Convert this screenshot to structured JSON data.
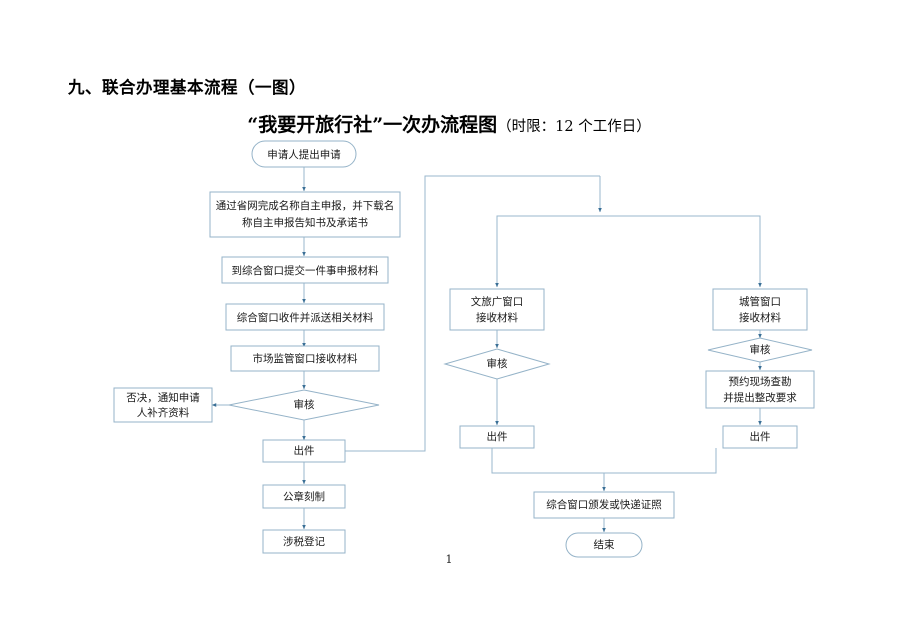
{
  "document": {
    "section_heading": "九、联合办理基本流程（一图）",
    "chart_title_main": "“我要开旅行社”一次办流程图",
    "chart_title_suffix": "（时限：12 个工作日）",
    "page_number": "1",
    "time_limit_days": "12",
    "colors": {
      "shape_border": "#95b3c8",
      "connector": "#9ab7cc",
      "shape_fill": "#ffffff",
      "text": "#1a1a1a"
    }
  },
  "chart_data": {
    "type": "diagram",
    "diagram_kind": "flowchart",
    "title": "“我要开旅行社”一次办流程图（时限：12 个工作日）",
    "orientation": "top-to-bottom, three parallel lanes",
    "lanes": [
      "市场监管（左）",
      "文旅广（中）",
      "城管（右）"
    ],
    "nodes": [
      {
        "id": "n1",
        "label": "申请人提出申请",
        "shape": "terminator",
        "lane": "left"
      },
      {
        "id": "n2",
        "label": "通过省网完成名称自主申报，并下载名称自主申报告知书及承诺书",
        "shape": "process",
        "lane": "left"
      },
      {
        "id": "n3",
        "label": "到综合窗口提交一件事申报材料",
        "shape": "process",
        "lane": "left"
      },
      {
        "id": "n4",
        "label": "综合窗口收件并派送相关材料",
        "shape": "process",
        "lane": "left"
      },
      {
        "id": "n5",
        "label": "市场监管窗口接收材料",
        "shape": "process",
        "lane": "left"
      },
      {
        "id": "n6",
        "label": "审核",
        "shape": "decision",
        "lane": "left"
      },
      {
        "id": "n7",
        "label": "否决，通知申请人补齐资料",
        "shape": "process",
        "lane": "far-left"
      },
      {
        "id": "n8",
        "label": "出件",
        "shape": "process",
        "lane": "left"
      },
      {
        "id": "n9",
        "label": "公章刻制",
        "shape": "process",
        "lane": "left"
      },
      {
        "id": "n10",
        "label": "涉税登记",
        "shape": "process",
        "lane": "left"
      },
      {
        "id": "m1",
        "label": "文旅广窗口接收材料",
        "shape": "process",
        "lane": "middle"
      },
      {
        "id": "m2",
        "label": "审核",
        "shape": "decision",
        "lane": "middle"
      },
      {
        "id": "m3",
        "label": "出件",
        "shape": "process",
        "lane": "middle"
      },
      {
        "id": "r1",
        "label": "城管窗口接收材料",
        "shape": "process",
        "lane": "right"
      },
      {
        "id": "r2",
        "label": "审核",
        "shape": "decision",
        "lane": "right"
      },
      {
        "id": "r3",
        "label": "预约现场查勘并提出整改要求",
        "shape": "process",
        "lane": "right"
      },
      {
        "id": "r4",
        "label": "出件",
        "shape": "process",
        "lane": "right"
      },
      {
        "id": "b1",
        "label": "综合窗口颁发或快递证照",
        "shape": "process",
        "lane": "bottom"
      },
      {
        "id": "b2",
        "label": "结束",
        "shape": "terminator",
        "lane": "bottom"
      }
    ],
    "edges": [
      {
        "from": "n1",
        "to": "n2"
      },
      {
        "from": "n2",
        "to": "n3"
      },
      {
        "from": "n3",
        "to": "n4"
      },
      {
        "from": "n4",
        "to": "n5"
      },
      {
        "from": "n5",
        "to": "n6"
      },
      {
        "from": "n6",
        "to": "n7",
        "label": ""
      },
      {
        "from": "n6",
        "to": "n8"
      },
      {
        "from": "n8",
        "to": "n9"
      },
      {
        "from": "n9",
        "to": "n10"
      },
      {
        "from": "n8",
        "to": "m1",
        "routing": "right then up then across then down"
      },
      {
        "from": "n8",
        "to": "r1",
        "routing": "right then up then across then down"
      },
      {
        "from": "m1",
        "to": "m2"
      },
      {
        "from": "m2",
        "to": "m3"
      },
      {
        "from": "r1",
        "to": "r2"
      },
      {
        "from": "r2",
        "to": "r3"
      },
      {
        "from": "r3",
        "to": "r4"
      },
      {
        "from": "m3",
        "to": "b1",
        "routing": "down then merge"
      },
      {
        "from": "r4",
        "to": "b1",
        "routing": "down then merge"
      },
      {
        "from": "b1",
        "to": "b2"
      }
    ]
  },
  "nodes": {
    "n1": {
      "text": "申请人提出申请"
    },
    "n2a": {
      "text": "通过省网完成名称自主申报，并下载名"
    },
    "n2b": {
      "text": "称自主申报告知书及承诺书"
    },
    "n3": {
      "text": "到综合窗口提交一件事申报材料"
    },
    "n4": {
      "text": "综合窗口收件并派送相关材料"
    },
    "n5": {
      "text": "市场监管窗口接收材料"
    },
    "n6": {
      "text": "审核"
    },
    "n7a": {
      "text": "否决，通知申请"
    },
    "n7b": {
      "text": "人补齐资料"
    },
    "n8": {
      "text": "出件"
    },
    "n9": {
      "text": "公章刻制"
    },
    "n10": {
      "text": "涉税登记"
    },
    "m1a": {
      "text": "文旅广窗口"
    },
    "m1b": {
      "text": "接收材料"
    },
    "m2": {
      "text": "审核"
    },
    "m3": {
      "text": "出件"
    },
    "r1a": {
      "text": "城管窗口"
    },
    "r1b": {
      "text": "接收材料"
    },
    "r2": {
      "text": "审核"
    },
    "r3a": {
      "text": "预约现场查勘"
    },
    "r3b": {
      "text": "并提出整改要求"
    },
    "r4": {
      "text": "出件"
    },
    "b1": {
      "text": "综合窗口颁发或快递证照"
    },
    "b2": {
      "text": "结束"
    }
  }
}
